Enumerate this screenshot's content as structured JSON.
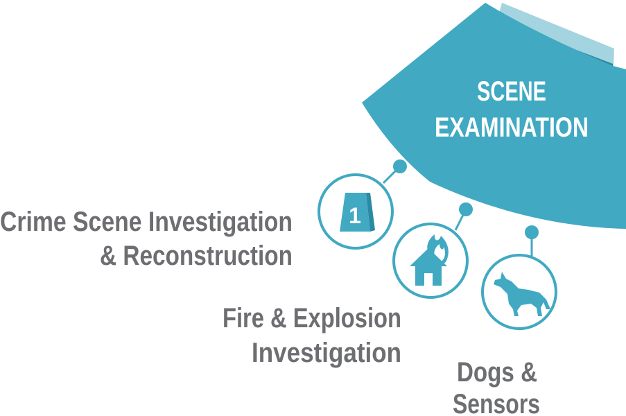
{
  "colors": {
    "primary": "#41a9c2",
    "dark": "#2b8aa3",
    "light": "#a4d4df",
    "text": "#6d6e71",
    "white": "#ffffff"
  },
  "sector": {
    "title_line1": "SCENE",
    "title_line2": "EXAMINATION"
  },
  "nodes": [
    {
      "icon": "evidence-marker-icon",
      "marker_number": "1",
      "label_line1": "Crime Scene Investigation",
      "label_line2": "& Reconstruction"
    },
    {
      "icon": "burning-house-icon",
      "label_line1": "Fire & Explosion",
      "label_line2": "Investigation"
    },
    {
      "icon": "dog-icon",
      "label_line1": "Dogs &",
      "label_line2": "Sensors"
    }
  ]
}
